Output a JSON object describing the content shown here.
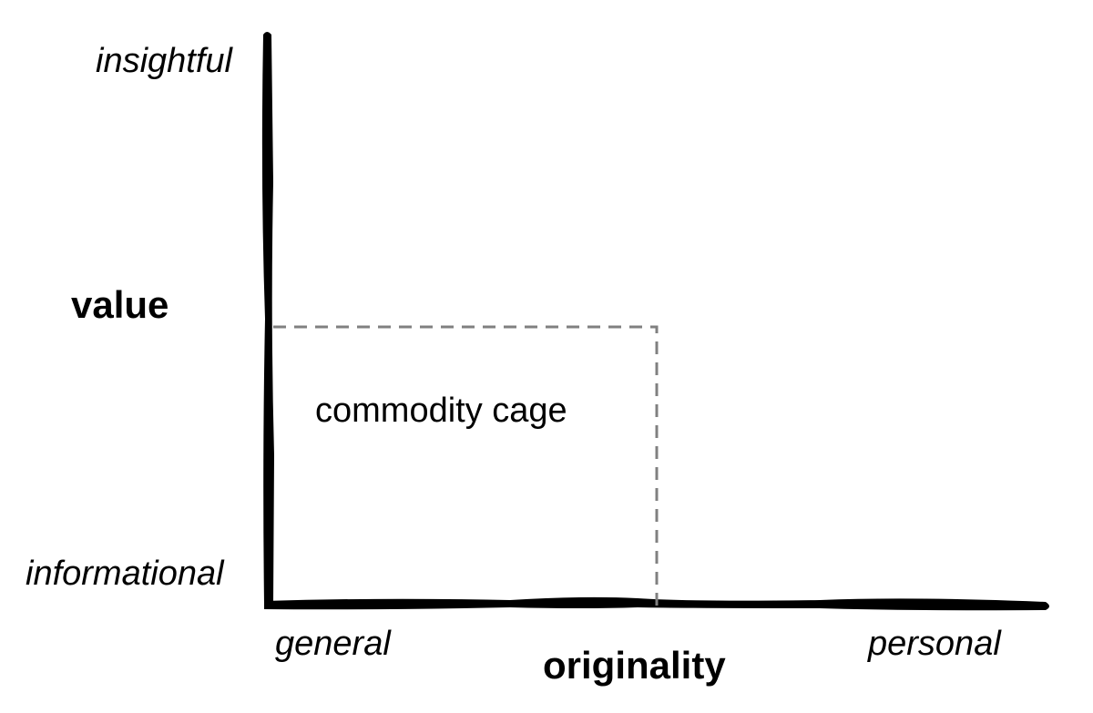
{
  "diagram": {
    "y_axis": {
      "title": "value",
      "top_label": "insightful",
      "bottom_label": "informational"
    },
    "x_axis": {
      "title": "originality",
      "left_label": "general",
      "right_label": "personal"
    },
    "region": {
      "label": "commodity cage",
      "border_style": "dashed",
      "border_color": "#808080"
    },
    "axis_color": "#000000"
  }
}
